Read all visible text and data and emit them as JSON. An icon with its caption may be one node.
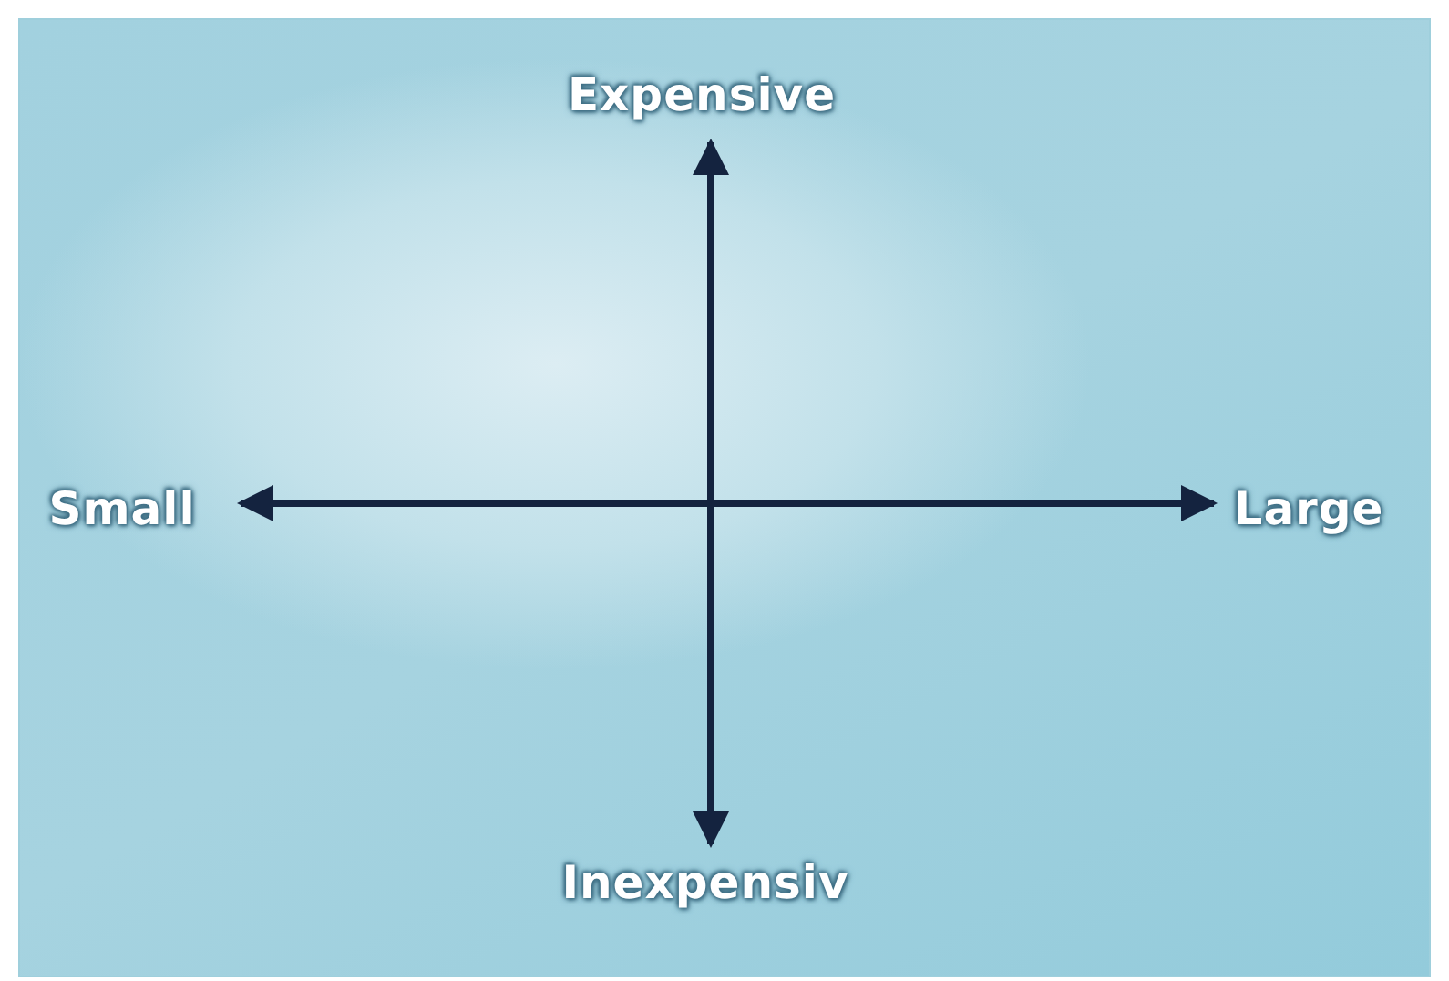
{
  "diagram": {
    "labels": [
      "Expensive",
      "Small",
      "Large",
      "Inexpensiv"
    ]
  }
}
